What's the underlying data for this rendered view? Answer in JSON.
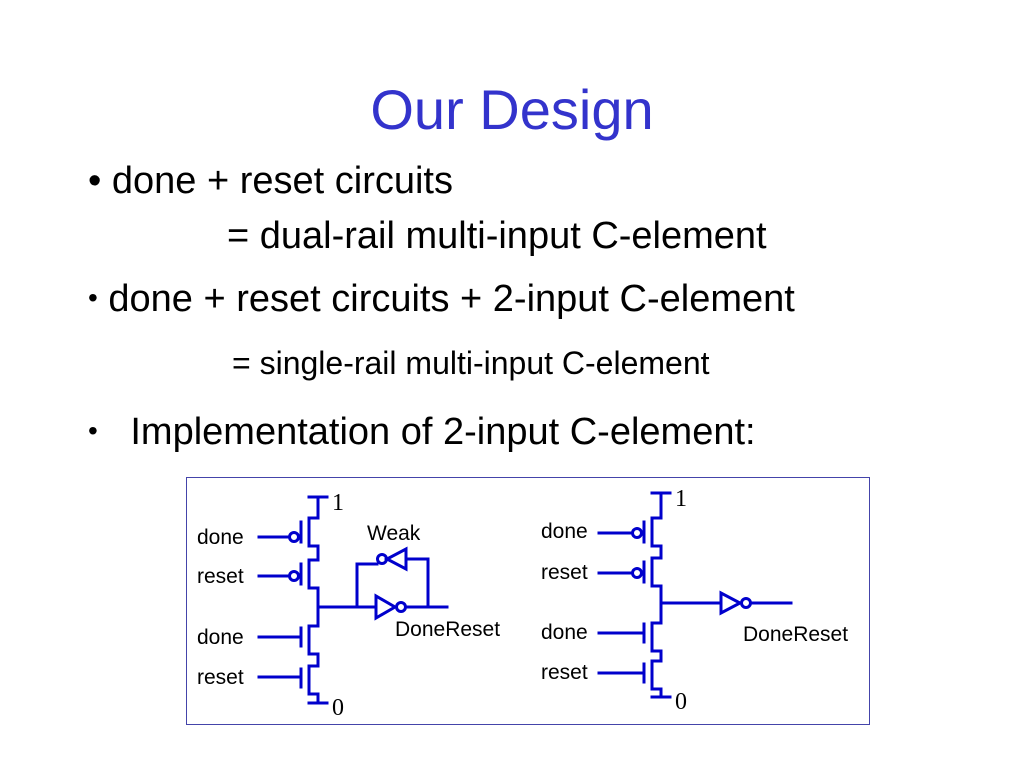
{
  "slide": {
    "title": "Our Design",
    "bullet_char": "•",
    "bullet1": {
      "line1": "done + reset circuits",
      "line2": "= dual-rail multi-input C-element"
    },
    "bullet2": {
      "line1": "done + reset circuits + 2-input C-element",
      "line2": "= single-rail multi-input C-element"
    },
    "bullet3": {
      "text": "Implementation of 2-input C-element:"
    }
  },
  "diagram": {
    "left": {
      "top_rail": "1",
      "bottom_rail": "0",
      "keeper": "Weak",
      "output": "DoneReset",
      "inputs": [
        "done",
        "reset",
        "done",
        "reset"
      ]
    },
    "right": {
      "top_rail": "1",
      "bottom_rail": "0",
      "output": "DoneReset",
      "inputs": [
        "done",
        "reset",
        "done",
        "reset"
      ]
    }
  },
  "colors": {
    "title": "#3333cc",
    "wire": "#0000cc",
    "border": "#4444aa"
  }
}
